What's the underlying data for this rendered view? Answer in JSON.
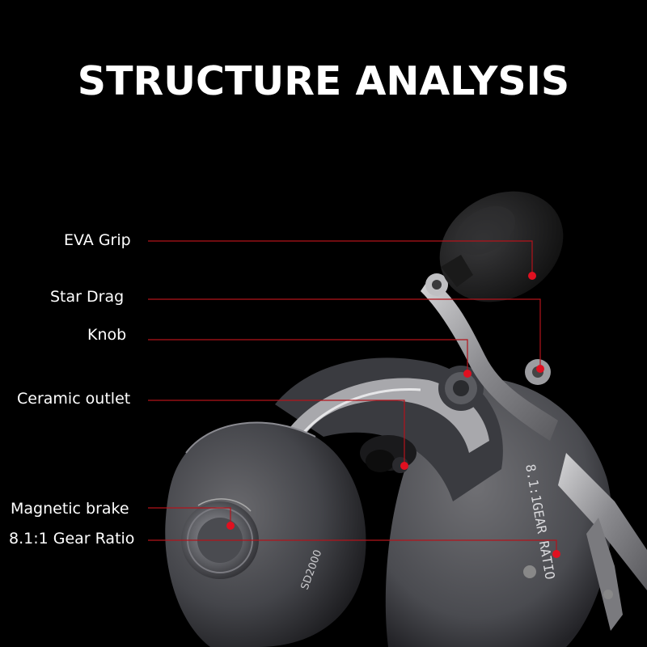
{
  "title": "STRUCTURE ANALYSIS",
  "labels": {
    "eva_grip": "EVA Grip",
    "star_drag": "Star Drag",
    "knob": "Knob",
    "ceramic_outlet": "Ceramic outlet",
    "magnetic_brake": "Magnetic brake",
    "gear_ratio": "8.1:1 Gear Ratio"
  },
  "reel_markings": {
    "model": "SD2000",
    "side_text": "8.1:1GEAR RATIO"
  },
  "colors": {
    "background": "#000000",
    "leader_line": "#b3131b",
    "marker_dot": "#e01020",
    "text": "#ffffff"
  }
}
